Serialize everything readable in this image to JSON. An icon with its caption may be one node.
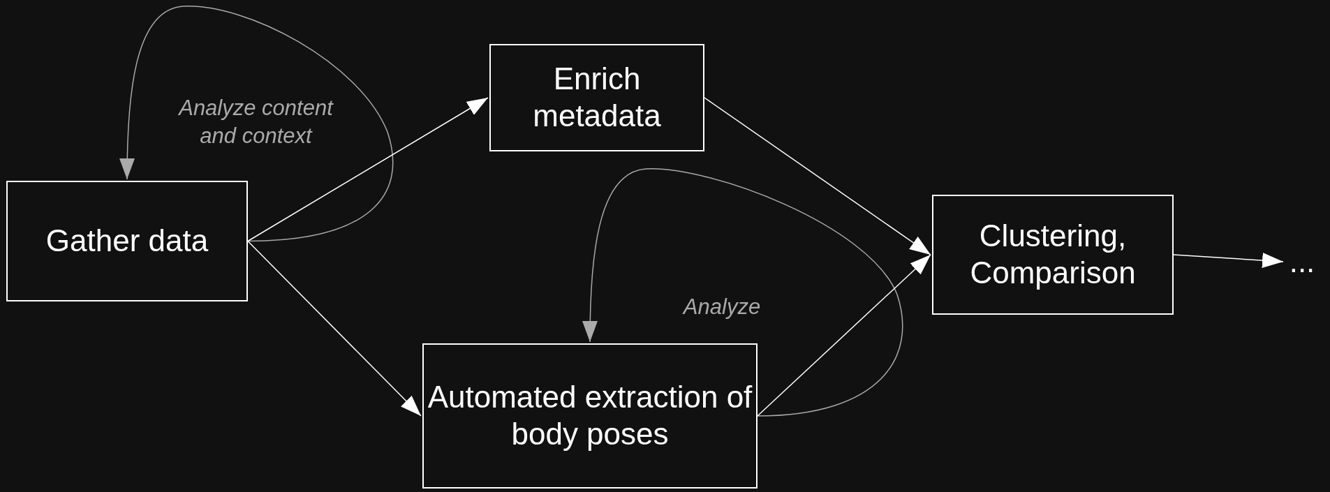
{
  "diagram": {
    "nodes": [
      {
        "text": [
          "Gather data"
        ]
      },
      {
        "text": [
          "Enrich metadata"
        ]
      },
      {
        "text": [
          "Automated extraction of body poses"
        ]
      },
      {
        "text": [
          "Clustering, Comparison"
        ]
      },
      {
        "text": [
          "..."
        ]
      }
    ],
    "edges": [
      {
        "from": 0,
        "to": 0,
        "arrow": "to",
        "label": "Analyze content and context",
        "color": "#aaaaaa"
      },
      {
        "from": 0,
        "to": 1,
        "arrow": "to"
      },
      {
        "from": 0,
        "to": 2,
        "arrow": "to"
      },
      {
        "from": 2,
        "to": 2,
        "arrow": "to",
        "label": "Analyze",
        "color": "#aaaaaa"
      },
      {
        "from": 1,
        "to": 3,
        "arrow": "to"
      },
      {
        "from": 2,
        "to": 3,
        "arrow": "to"
      },
      {
        "from": 3,
        "to": 4,
        "arrow": "to"
      }
    ]
  }
}
